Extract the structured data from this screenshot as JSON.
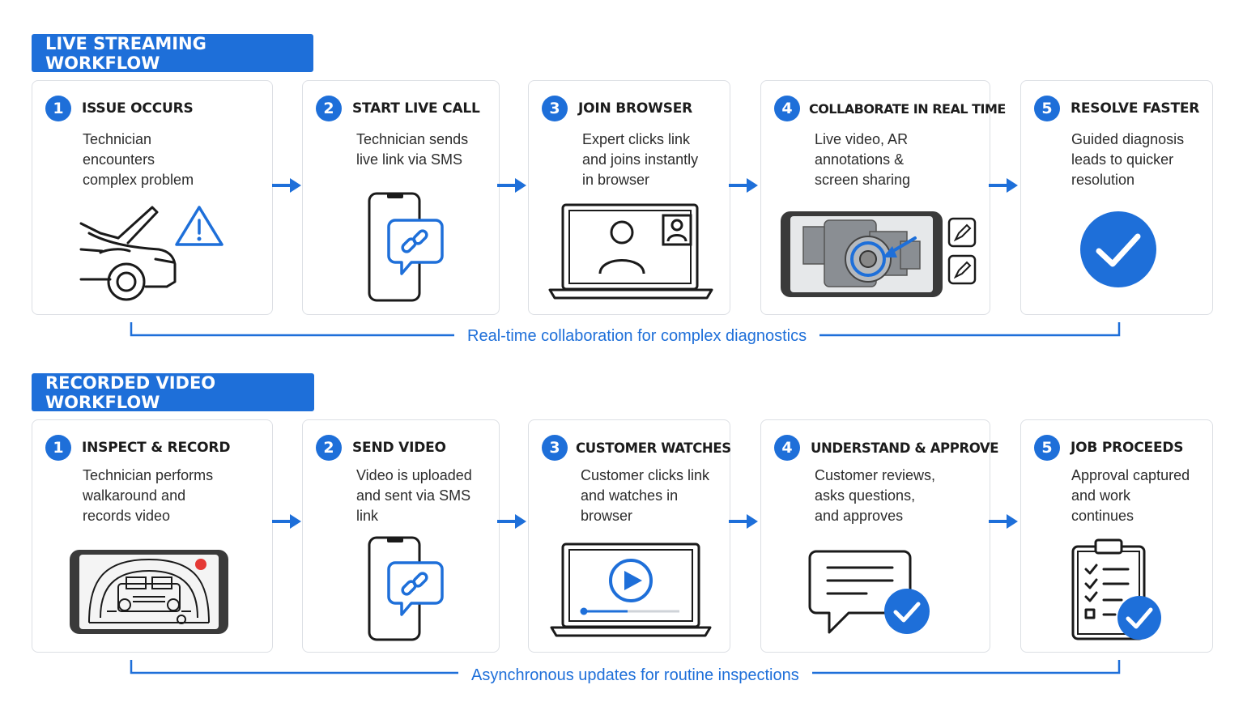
{
  "live": {
    "header": "LIVE STREAMING WORKFLOW",
    "steps": [
      {
        "num": "1",
        "title": "ISSUE OCCURS",
        "lines": [
          "Technician",
          "encounters",
          "complex problem"
        ],
        "icon": "car-with-warning-icon"
      },
      {
        "num": "2",
        "title": "START LIVE CALL",
        "lines": [
          "Technician sends",
          "live link via SMS"
        ],
        "icon": "phone-link-icon"
      },
      {
        "num": "3",
        "title": "JOIN BROWSER",
        "lines": [
          "Expert clicks link",
          "and joins instantly",
          "in browser"
        ],
        "icon": "laptop-video-call-icon"
      },
      {
        "num": "4",
        "title": "COLLABORATE IN REAL TIME",
        "lines": [
          "Live video, AR",
          "annotations &",
          "screen sharing"
        ],
        "icon": "phone-ar-annotation-icon"
      },
      {
        "num": "5",
        "title": "RESOLVE FASTER",
        "lines": [
          "Guided diagnosis",
          "leads to quicker",
          "resolution"
        ],
        "icon": "checkmark-circle-icon"
      }
    ],
    "summary": "Real-time collaboration for complex diagnostics"
  },
  "recorded": {
    "header": "RECORDED VIDEO WORKFLOW",
    "steps": [
      {
        "num": "1",
        "title": "INSPECT & RECORD",
        "lines": [
          "Technician performs",
          "walkaround and",
          "records video"
        ],
        "icon": "phone-recording-engine-icon"
      },
      {
        "num": "2",
        "title": "SEND VIDEO",
        "lines": [
          "Video is uploaded",
          "and sent via SMS",
          "link"
        ],
        "icon": "phone-link-icon"
      },
      {
        "num": "3",
        "title": "CUSTOMER WATCHES",
        "lines": [
          "Customer clicks link",
          "and watches in",
          "browser"
        ],
        "icon": "laptop-play-video-icon"
      },
      {
        "num": "4",
        "title": "UNDERSTAND & APPROVE",
        "lines": [
          "Customer reviews,",
          "asks questions,",
          "and approves"
        ],
        "icon": "chat-approve-icon"
      },
      {
        "num": "5",
        "title": "JOB PROCEEDS",
        "lines": [
          "Approval captured",
          "and work",
          "continues"
        ],
        "icon": "clipboard-check-icon"
      }
    ],
    "summary": "Asynchronous updates for routine inspections"
  },
  "colors": {
    "accent": "#1e6fd9",
    "border": "#dcdfe4",
    "text": "#222222"
  }
}
